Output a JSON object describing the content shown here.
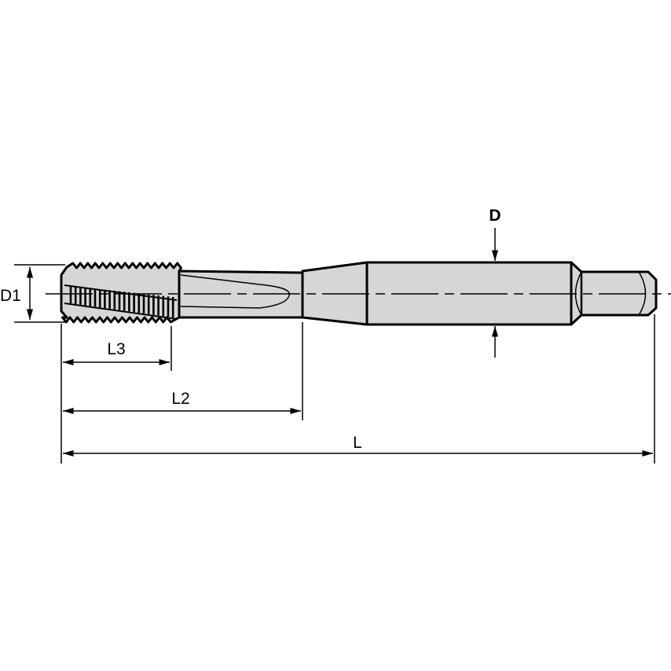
{
  "diagram": {
    "subject": "tap",
    "colors": {
      "body_fill": "#d6d6d6",
      "outline": "#000000",
      "background": "#ffffff"
    },
    "dimensions": [
      {
        "id": "D",
        "label": "D"
      },
      {
        "id": "D1",
        "label": "D1"
      },
      {
        "id": "L3",
        "label": "L3"
      },
      {
        "id": "L2",
        "label": "L2"
      },
      {
        "id": "L",
        "label": "L"
      }
    ]
  }
}
